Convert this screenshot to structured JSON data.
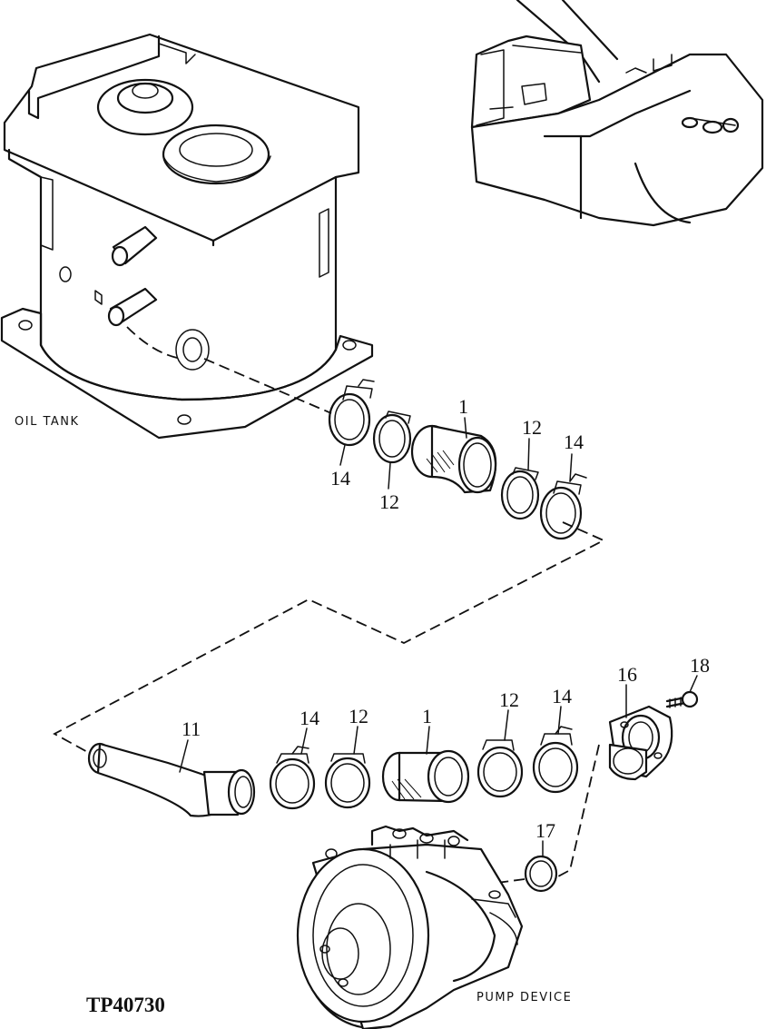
{
  "captions": {
    "oil_tank": "OIL TANK",
    "pump_device": "PUMP DEVICE",
    "figure_id": "TP40730"
  },
  "callouts": {
    "upper_clamp_14_left": "14",
    "upper_clamp_12_left": "12",
    "upper_hose_1": "1",
    "upper_clamp_12_right": "12",
    "upper_clamp_14_right": "14",
    "lower_pipe_11": "11",
    "lower_clamp_14_left": "14",
    "lower_clamp_12_left": "12",
    "lower_hose_1": "1",
    "lower_clamp_12_right": "12",
    "lower_clamp_14_right": "14",
    "flange_16": "16",
    "bolt_18": "18",
    "oring_17": "17"
  }
}
